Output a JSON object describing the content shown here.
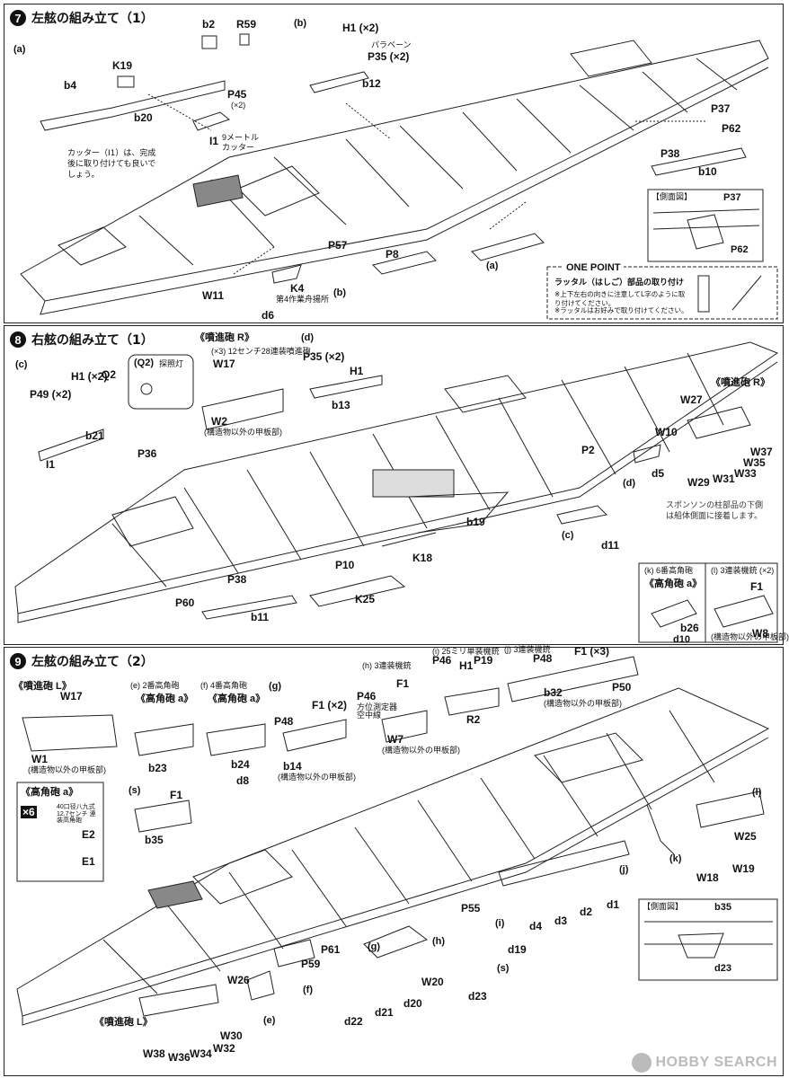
{
  "steps": [
    {
      "num": "7",
      "title": "左舷の組み立て（1）",
      "labels": [
        "(a)",
        "b2",
        "R59",
        "K19",
        "b4",
        "P45",
        "(×2)",
        "b20",
        "I1",
        "カッター",
        "9メートル",
        "(b)",
        "H1 (×2)",
        "パラベーン",
        "P35 (×2)",
        "b12",
        "P37",
        "P62",
        "P38",
        "b10",
        "P57",
        "P8",
        "(a)",
        "W11",
        "K4",
        "第4作業舟揚所",
        "(b)",
        "d6"
      ],
      "note": "カッター（I1）は、完成後に取り付けても良いでしょう。",
      "inset_title": "【側面図】",
      "inset_labels": [
        "P37",
        "P62"
      ],
      "onepoint_title": "ONE POINT",
      "onepoint_heading": "ラッタル（はしご）部品の取り付け",
      "onepoint_lines": [
        "※上下左右の向きに注意してL字のように取り付けてください。",
        "※ラッタルはお好みで取り付けてください。"
      ]
    },
    {
      "num": "8",
      "title": "右舷の組み立て（1）",
      "labels": [
        "(c)",
        "H1 (×2)",
        "Q2",
        "P49 (×2)",
        "b21",
        "I1",
        "(Q2)",
        "探照灯",
        "《噴進砲 R》",
        "(×3) 12センチ28連装噴進砲",
        "W17",
        "W2",
        "(構造物以外の甲板部)",
        "(d)",
        "P35 (×2)",
        "H1",
        "b13",
        "P36",
        "W27",
        "《噴進砲 R》",
        "W10",
        "P2",
        "d5",
        "(d)",
        "W37",
        "W35",
        "W33",
        "W31",
        "W29",
        "b19",
        "(c)",
        "d11",
        "K18",
        "P10",
        "P38",
        "K25",
        "P60",
        "b11"
      ],
      "note": "スポンソンの柱部品の下側は船体側面に接着します。",
      "sub_k": [
        "(k) 6番高角砲",
        "《高角砲 a》",
        "b26",
        "d10"
      ],
      "sub_l": [
        "(l) 3連装機銃 (×2)",
        "F1",
        "W8",
        "(構造物以外の甲板部)"
      ]
    },
    {
      "num": "9",
      "title": "左舷の組み立て（2）",
      "labels": [
        "《噴進砲 L》",
        "W17",
        "W1",
        "(構造物以外の甲板部)",
        "(e) 2番高角砲",
        "《高角砲 a》",
        "b23",
        "(f) 4番高角砲",
        "《高角砲 a》",
        "b24",
        "d8",
        "(g)",
        "P48",
        "F1 (×2)",
        "b14",
        "(構造物以外の甲板部)",
        "(h) 3連装機銃",
        "P46",
        "方位測定器 空中線",
        "F1",
        "W7",
        "(構造物以外の甲板部)",
        "(i) 25ミリ単装機銃",
        "P46",
        "H1",
        "P19",
        "R2",
        "(j) 3連装機銃",
        "F1 (×3)",
        "P48",
        "b32",
        "(構造物以外の甲板部)",
        "P50",
        "(s)",
        "F1",
        "b35"
      ],
      "labels2": [
        "(l)",
        "W25",
        "W18",
        "W19",
        "(k)",
        "(j)",
        "d1",
        "d2",
        "d3",
        "d4",
        "P55",
        "(i)",
        "d19",
        "(h)",
        "(s)",
        "d23",
        "P61",
        "(g)",
        "P59",
        "W20",
        "d20",
        "d21",
        "d22",
        "W26",
        "(f)",
        "(e)",
        "W30",
        "W32",
        "W34",
        "W36",
        "W38",
        "《噴進砲 L》"
      ],
      "aa_box": [
        "《高角砲 a》",
        "×6",
        "40口径八九式 12.7センチ 連装高角砲",
        "E2",
        "E1"
      ],
      "inset_title": "【側面図】",
      "inset_labels": [
        "b35",
        "d23"
      ]
    }
  ],
  "watermark": "HOBBY SEARCH"
}
